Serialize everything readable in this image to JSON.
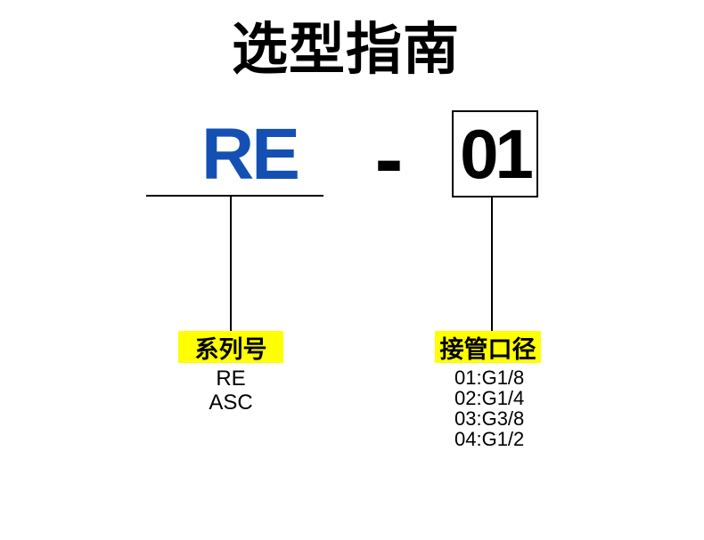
{
  "page": {
    "title": "选型指南",
    "background": "#ffffff"
  },
  "model_code": {
    "series_value": "RE",
    "series_color": "#1450b4",
    "separator": "-",
    "port_value": "01",
    "port_box_border": "#000000"
  },
  "callouts": {
    "series": {
      "label": "系列号",
      "label_bg": "#ffff00",
      "options": [
        "RE",
        "ASC"
      ]
    },
    "port_size": {
      "label": "接管口径",
      "label_bg": "#ffff00",
      "options": [
        "01:G1/8",
        "02:G1/4",
        "03:G3/8",
        "04:G1/2"
      ]
    }
  }
}
